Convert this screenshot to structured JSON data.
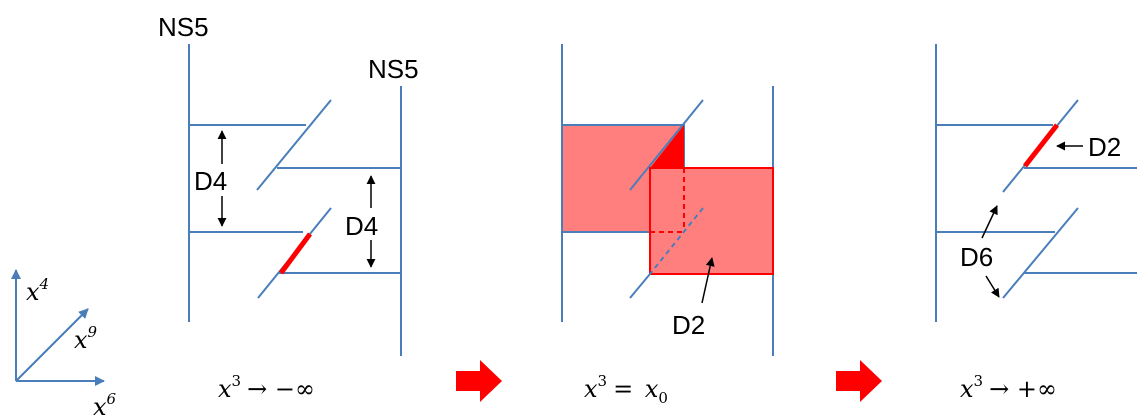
{
  "labels": {
    "ns5_left": "NS5",
    "ns5_right": "NS5",
    "d4_upper": "D4",
    "d4_lower": "D4",
    "d2_middle": "D2",
    "d2_right": "D2",
    "d6": "D6"
  },
  "axes": {
    "vertical": {
      "base": "x",
      "exp": "4"
    },
    "diagonal": {
      "base": "x",
      "exp": "9"
    },
    "horizontal": {
      "base": "x",
      "exp": "6"
    }
  },
  "panels": [
    {
      "base": "x",
      "exp": "3",
      "relation": "→ −∞"
    },
    {
      "base": "x",
      "exp": "3",
      "relation": "= ",
      "rhs_base": "x",
      "rhs_sub": "0"
    },
    {
      "base": "x",
      "exp": "3",
      "relation": "→ +∞"
    }
  ],
  "colors": {
    "brane": "#4a7ebb",
    "d2": "#ff0000",
    "d4_fill": "#ff7f7f",
    "arrow": "#ff0000"
  }
}
